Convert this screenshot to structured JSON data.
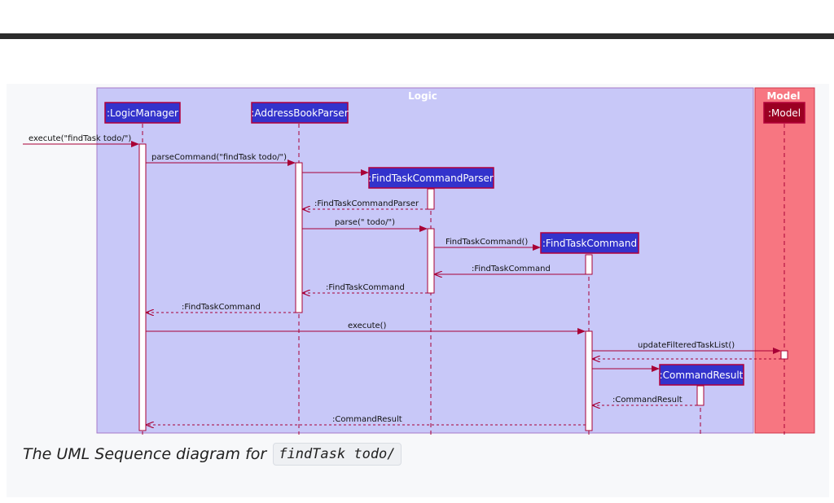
{
  "colors": {
    "logic_bg": "#c8c8f8",
    "logic_border": "#a678c8",
    "model_bg": "#f77681",
    "model_border": "#d0364c",
    "participant_fill": "#3333cc",
    "model_participant_fill": "#9b0022",
    "participant_border": "#b3003b",
    "arrow": "#a80036",
    "frame_title": "#ffffff"
  },
  "frames": {
    "logic_title": "Logic",
    "model_title": "Model"
  },
  "participants": {
    "logic_manager": ":LogicManager",
    "address_book_parser": ":AddressBookParser",
    "find_task_command_parser": ":FindTaskCommandParser",
    "find_task_command": ":FindTaskCommand",
    "command_result": ":CommandResult",
    "model": ":Model"
  },
  "messages": {
    "m1": "execute(\"findTask todo/\")",
    "m2": "parseCommand(\"findTask todo/\")",
    "m3": ":FindTaskCommandParser",
    "m4": "parse(\" todo/\")",
    "m5": "FindTaskCommand()",
    "m6": ":FindTaskCommand",
    "m7": ":FindTaskCommand",
    "m8": ":FindTaskCommand",
    "m9": "execute()",
    "m10": "updateFilteredTaskList()",
    "m11": ":CommandResult",
    "m12": ":CommandResult"
  },
  "caption": {
    "text": "The UML Sequence diagram for",
    "code": "findTask todo/"
  }
}
